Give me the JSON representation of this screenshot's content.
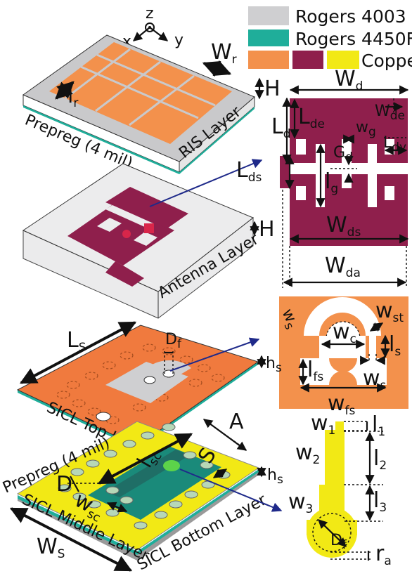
{
  "legend": {
    "items": [
      {
        "label": "Rogers 4003",
        "color": "#cfcfd1"
      },
      {
        "label": "Rogers 4450F",
        "color": "#1fae9a"
      },
      {
        "label": "Copper",
        "colors": [
          "#f3914c",
          "#8f1f4c",
          "#f2e915"
        ]
      }
    ]
  },
  "axes": {
    "z": "z",
    "x": "x",
    "y": "y"
  },
  "layers": {
    "ris": "RIS Layer",
    "prepreg_top": "Prepreg (4 mil)",
    "antenna": "Antenna Layer",
    "sicl_top": "SICL Top Layer",
    "prepreg_bottom": "Prepreg (4 mil)",
    "sicl_middle": "SICL Middle Layer",
    "sicl_bottom": "SICL  Bottom Layer"
  },
  "dims": {
    "wr": {
      "main": "W",
      "sub": "r"
    },
    "lr": {
      "main": "l",
      "sub": "r"
    },
    "H1": "H",
    "H2": "H",
    "Ls": {
      "main": "L",
      "sub": "S"
    },
    "Df": {
      "main": "D",
      "sub": "f"
    },
    "hs1": {
      "main": "h",
      "sub": "s"
    },
    "hs2": {
      "main": "h",
      "sub": "s"
    },
    "A": "A",
    "S": "S",
    "D": "D",
    "lsc": {
      "main": "l",
      "sub": "sc"
    },
    "wsc": {
      "main": "w",
      "sub": "sc"
    },
    "Ws": {
      "main": "W",
      "sub": "S"
    }
  },
  "dipole": {
    "Wd": {
      "main": "W",
      "sub": "d"
    },
    "Lde": {
      "main": "L",
      "sub": "de"
    },
    "Wde": {
      "main": "W",
      "sub": "de"
    },
    "Ld": {
      "main": "L",
      "sub": "d"
    },
    "wg": {
      "main": "w",
      "sub": "g"
    },
    "Gd": {
      "main": "G",
      "sub": "d"
    },
    "Ldy": {
      "main": "L",
      "sub": "dy"
    },
    "Lds": {
      "main": "L",
      "sub": "ds"
    },
    "lg": {
      "main": "l",
      "sub": "g"
    },
    "Wds": {
      "main": "W",
      "sub": "ds"
    },
    "Wda": {
      "main": "W",
      "sub": "da"
    }
  },
  "slot": {
    "ws_arc": {
      "main": "w",
      "sub": "s"
    },
    "wst": {
      "main": "w",
      "sub": "st"
    },
    "wc": {
      "main": "w",
      "sub": "c"
    },
    "ls": {
      "main": "l",
      "sub": "s"
    },
    "lfs": {
      "main": "l",
      "sub": "fs"
    },
    "ws": {
      "main": "w",
      "sub": "s"
    },
    "wfs": {
      "main": "w",
      "sub": "fs"
    }
  },
  "probe": {
    "w1": {
      "main": "w",
      "sub": "1"
    },
    "l1": {
      "main": "l",
      "sub": "1"
    },
    "w2": {
      "main": "w",
      "sub": "2"
    },
    "l2": {
      "main": "l",
      "sub": "2"
    },
    "w3": {
      "main": "w",
      "sub": "3"
    },
    "l3": {
      "main": "l",
      "sub": "3"
    },
    "Df": {
      "main": "D",
      "sub": "f"
    },
    "ra": {
      "main": "r",
      "sub": "a"
    }
  },
  "colors": {
    "rogers4003": "#cfcfd1",
    "rogers4450f": "#1fae9a",
    "copper_orange": "#f3914c",
    "copper_maroon": "#8f1f4c",
    "copper_yellow": "#f2e915",
    "arrow_blue": "#1f2a8a"
  }
}
